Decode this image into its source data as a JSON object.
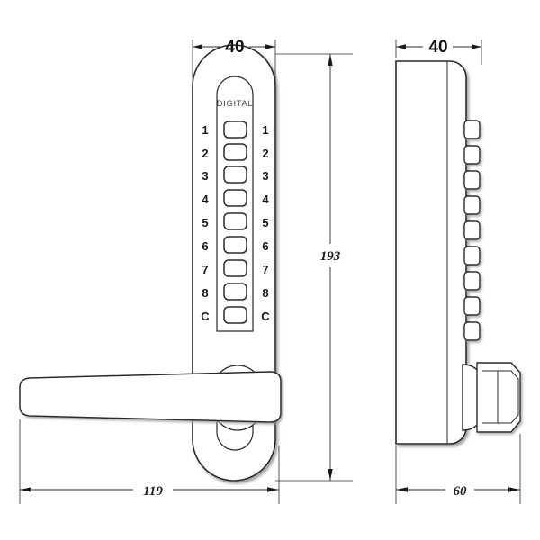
{
  "drawing": {
    "title": "Digital Door Lock Technical Drawing",
    "background_color": "#ffffff",
    "line_color": "#2b2b2b",
    "shadow_color": "#9a9a9a",
    "fill_color": "#ffffff"
  },
  "front_view": {
    "name": "front-view",
    "brand_label": "DIGITAL",
    "keypad": {
      "buttons": [
        {
          "left_label": "1",
          "right_label": "1"
        },
        {
          "left_label": "2",
          "right_label": "2"
        },
        {
          "left_label": "3",
          "right_label": "3"
        },
        {
          "left_label": "4",
          "right_label": "4"
        },
        {
          "left_label": "5",
          "right_label": "5"
        },
        {
          "left_label": "6",
          "right_label": "6"
        },
        {
          "left_label": "7",
          "right_label": "7"
        },
        {
          "left_label": "8",
          "right_label": "8"
        },
        {
          "left_label": "C",
          "right_label": "C"
        }
      ]
    }
  },
  "side_view": {
    "name": "side-view",
    "button_count": 9
  },
  "dimensions": {
    "front_width": {
      "value": "40",
      "style": "sans",
      "orientation": "horizontal"
    },
    "front_height": {
      "value": "193",
      "style": "serif",
      "orientation": "vertical"
    },
    "overall_width": {
      "value": "119",
      "style": "serif",
      "orientation": "horizontal"
    },
    "side_width": {
      "value": "40",
      "style": "sans",
      "orientation": "horizontal"
    },
    "side_depth": {
      "value": "60",
      "style": "serif",
      "orientation": "horizontal"
    }
  }
}
